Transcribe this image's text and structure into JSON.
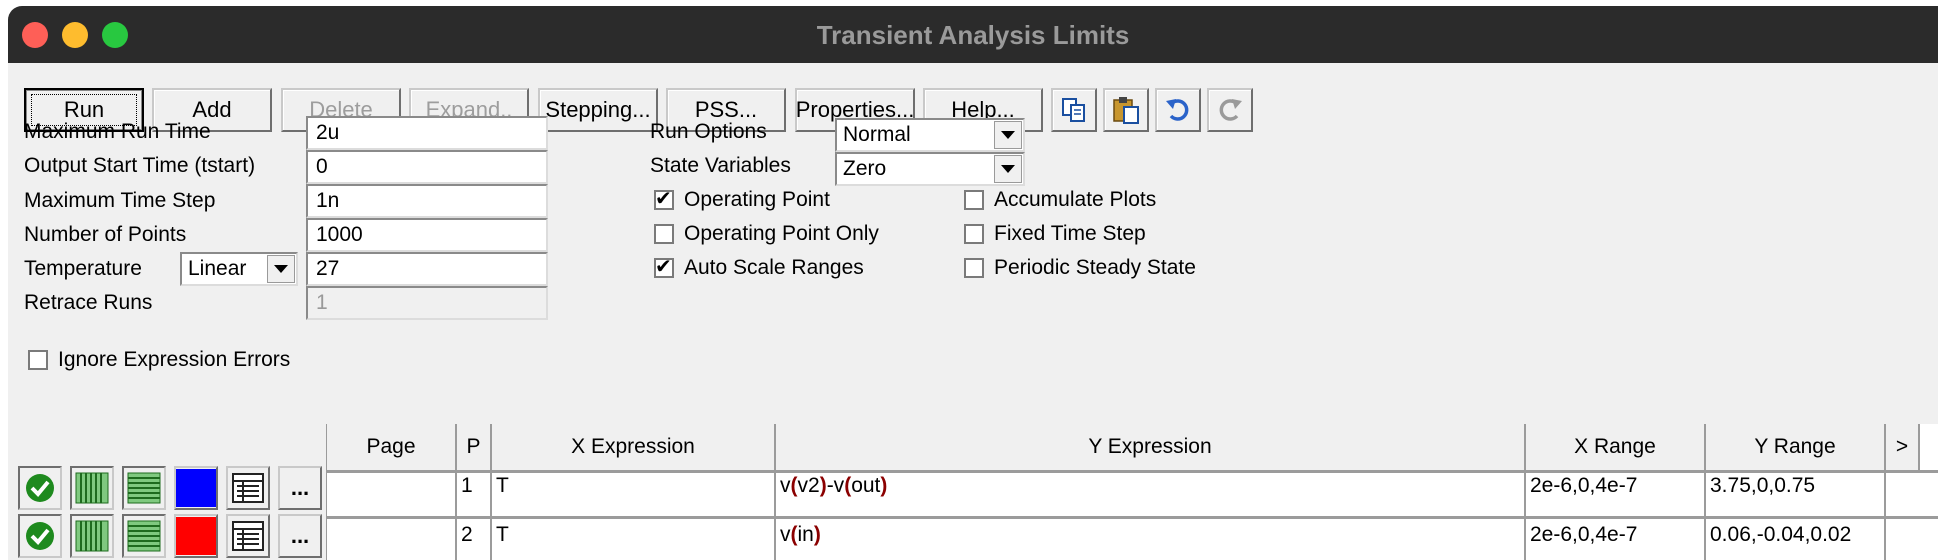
{
  "window": {
    "title": "Transient Analysis Limits"
  },
  "toolbar": {
    "run": "Run",
    "add": "Add",
    "delete": "Delete",
    "expand": "Expand..",
    "stepping": "Stepping...",
    "pss": "PSS...",
    "properties": "Properties...",
    "help": "Help...",
    "icons": [
      "copy-icon",
      "paste-icon",
      "undo-icon",
      "redo-icon"
    ]
  },
  "fields": {
    "max_run_time": {
      "label": "Maximum Run Time",
      "value": "2u"
    },
    "output_start": {
      "label": "Output Start Time (tstart)",
      "value": "0"
    },
    "max_time_step": {
      "label": "Maximum Time Step",
      "value": "1n"
    },
    "num_points": {
      "label": "Number of Points",
      "value": "1000"
    },
    "temperature": {
      "label": "Temperature",
      "mode": "Linear",
      "value": "27"
    },
    "retrace_runs": {
      "label": "Retrace Runs",
      "value": "1"
    }
  },
  "options": {
    "run_options": {
      "label": "Run Options",
      "value": "Normal"
    },
    "state_variables": {
      "label": "State Variables",
      "value": "Zero"
    }
  },
  "checkboxes": {
    "operating_point": {
      "label": "Operating Point",
      "checked": true
    },
    "operating_point_only": {
      "label": "Operating Point Only",
      "checked": false
    },
    "auto_scale": {
      "label": "Auto Scale Ranges",
      "checked": true
    },
    "accumulate_plots": {
      "label": "Accumulate Plots",
      "checked": false
    },
    "fixed_time_step": {
      "label": "Fixed Time Step",
      "checked": false
    },
    "periodic_steady_state": {
      "label": "Periodic Steady State",
      "checked": false
    },
    "ignore_errors": {
      "label": "Ignore Expression Errors",
      "checked": false
    }
  },
  "checkmark": "✔",
  "table": {
    "headers": {
      "page": "Page",
      "p": "P",
      "x_expr": "X Expression",
      "y_expr": "Y Expression",
      "x_range": "X Range",
      "y_range": "Y Range",
      "more": ">"
    },
    "rows": [
      {
        "page": "",
        "p": "1",
        "x": "T",
        "y_parts": [
          "v",
          "(",
          "v2",
          ")",
          "-v",
          "(",
          "out",
          ")"
        ],
        "x_range": "2e-6,0,4e-7",
        "y_range": "3.75,0,0.75",
        "color": "#0000ff"
      },
      {
        "page": "",
        "p": "2",
        "x": "T",
        "y_parts": [
          "v",
          "(",
          "in",
          ")"
        ],
        "x_range": "2e-6,0,4e-7",
        "y_range": "0.06,-0.04,0.02",
        "color": "#ff0000"
      }
    ]
  },
  "row_controls": {
    "more": "..."
  }
}
